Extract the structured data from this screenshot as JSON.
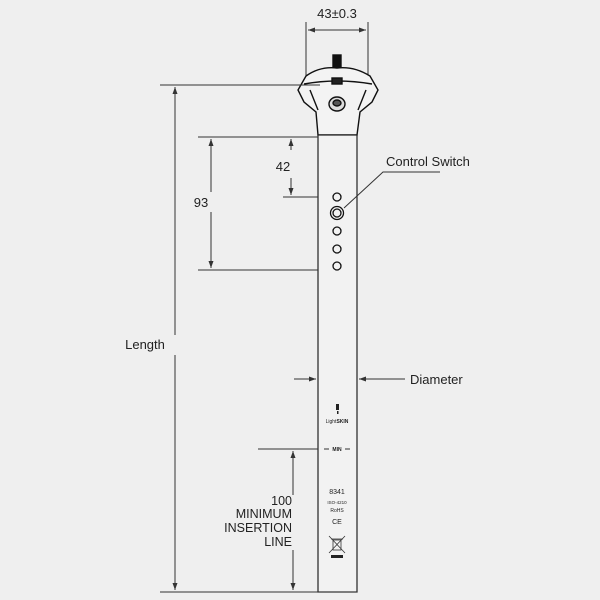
{
  "dimensions": {
    "head_width": "43±0.3",
    "length": "Length",
    "dim_93": "93",
    "dim_42": "42",
    "diameter": "Diameter",
    "control_switch": "Control Switch",
    "min_insertion_value": "100",
    "min_insertion_line1": "MINIMUM",
    "min_insertion_line2": "INSERTION",
    "min_insertion_line3": "LINE"
  },
  "tube_markings": {
    "brand_light": "Light",
    "brand_skin": "SKIN",
    "min_mark": "MIN",
    "model": "8341",
    "standard": "ISO-4210",
    "rohs": "RoHS",
    "ce": "CE"
  }
}
